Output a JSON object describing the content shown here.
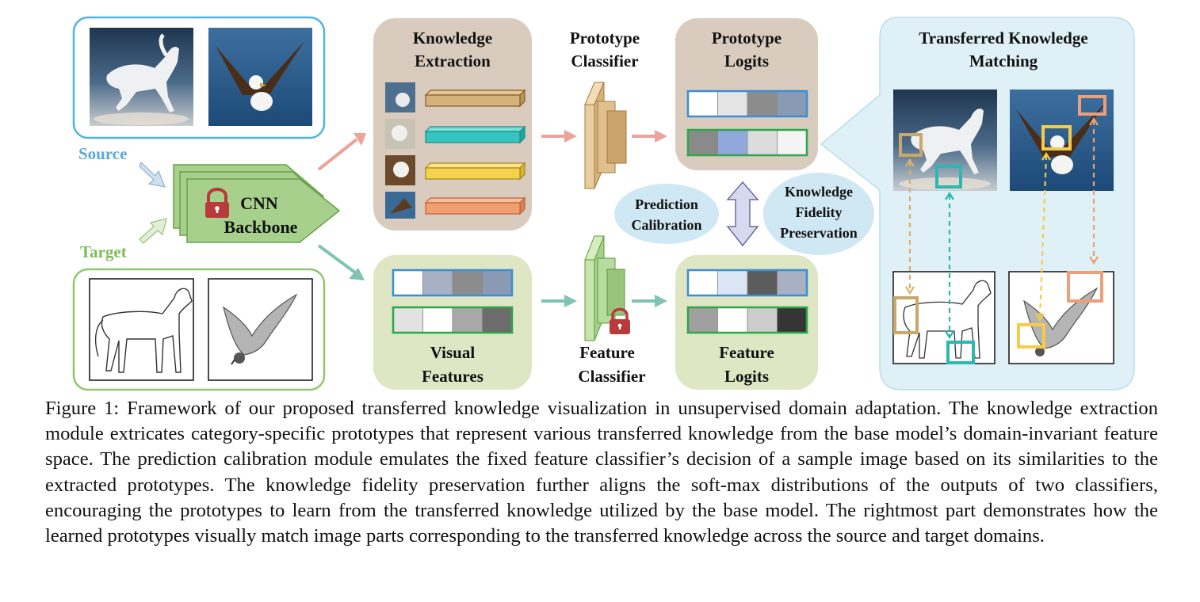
{
  "labels": {
    "source": "Source",
    "target": "Target",
    "cnn_line1": "CNN",
    "cnn_line2": "Backbone",
    "knowledge_extraction_line1": "Knowledge",
    "knowledge_extraction_line2": "Extraction",
    "prototype_classifier_line1": "Prototype",
    "prototype_classifier_line2": "Classifier",
    "prototype_logits_line1": "Prototype",
    "prototype_logits_line2": "Logits",
    "visual_features_line1": "Visual",
    "visual_features_line2": "Features",
    "feature_classifier_line1": "Feature",
    "feature_classifier_line2": "Classifier",
    "feature_logits_line1": "Feature",
    "feature_logits_line2": "Logits",
    "prediction_calibration_line1": "Prediction",
    "prediction_calibration_line2": "Calibration",
    "knowledge_fidelity_line1": "Knowledge",
    "knowledge_fidelity_line2": "Fidelity",
    "knowledge_fidelity_line3": "Preservation",
    "transferred_matching_line1": "Transferred Knowledge",
    "transferred_matching_line2": "Matching"
  },
  "caption": "Figure 1: Framework of our proposed transferred knowledge visualization in unsupervised domain adaptation. The knowledge extraction module extricates category-specific prototypes that represent various transferred knowledge from the base model’s domain-invariant feature space. The prediction calibration module emulates the fixed feature classifier’s decision of a sample image based on its similarities to the extracted prototypes. The knowledge fidelity preservation further aligns the soft-max distributions of the outputs of two classifiers, encouraging the prototypes to learn from the transferred knowledge utilized by the base model. The rightmost part demonstrates how the learned prototypes visually match image parts corresponding to the transferred knowledge across the source and target domains.",
  "colors": {
    "source_blue": "#5aa9d6",
    "target_green": "#7dbb5a",
    "backbone_green": "#a7d08c",
    "extraction_bg": "#d9cbbd",
    "features_bg": "#dfe6c4",
    "matching_bg": "#dff1f7",
    "proto_tan": "#d4b27a",
    "proto_cyan": "#36c4c0",
    "proto_yellow": "#f5d24e",
    "proto_orange": "#f0a070",
    "arrow_pink": "#eba39a",
    "arrow_teal": "#7fc3b5",
    "lock_red": "#b83a3a"
  },
  "logits": {
    "prototype_row1": [
      "#ffffff",
      "#e4e4e4",
      "#8c8c8c",
      "#8a9ab4"
    ],
    "prototype_row2": [
      "#8a8a8a",
      "#90a8dc",
      "#dcdcdc",
      "#f4f4f4"
    ],
    "visual_row1": [
      "#ffffff",
      "#a8b0c4",
      "#8c8c8c",
      "#8a9ab4"
    ],
    "visual_row2": [
      "#e2e2e2",
      "#ffffff",
      "#a8a8a8",
      "#6c6c6c"
    ],
    "feature_row1": [
      "#ffffff",
      "#dbe6f4",
      "#5c5c5c",
      "#a8b0c4"
    ],
    "feature_row2": [
      "#a0a0a0",
      "#ffffff",
      "#cccccc",
      "#353535"
    ]
  },
  "icons": [
    "lock-icon",
    "horse-photo",
    "eagle-photo",
    "horse-sketch",
    "eagle-sketch"
  ]
}
